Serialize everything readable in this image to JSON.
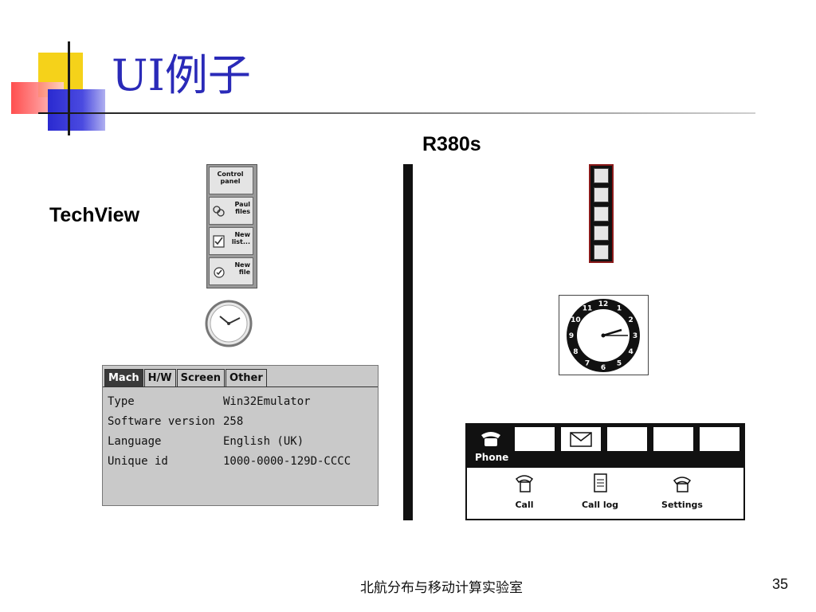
{
  "slide": {
    "title": "UI例子",
    "footer": "北航分布与移动计算实验室",
    "page_number": "35"
  },
  "techview": {
    "label": "TechView",
    "app_icons": [
      {
        "label": "Control panel",
        "icon": "control-panel-icon"
      },
      {
        "label": "Paul files",
        "icon": "files-icon"
      },
      {
        "label": "New list...",
        "icon": "checklist-icon"
      },
      {
        "label": "New file",
        "icon": "new-file-icon"
      }
    ],
    "clock_icon": "clock-icon",
    "panel": {
      "tabs": [
        "Mach",
        "H/W",
        "Screen",
        "Other"
      ],
      "active_tab": "Mach",
      "rows": [
        {
          "key": "Type",
          "value": "Win32Emulator"
        },
        {
          "key": "Software version",
          "value": "258"
        },
        {
          "key": "Language",
          "value": "English (UK)"
        },
        {
          "key": "Unique id",
          "value": "1000-0000-129D-CCCC"
        }
      ]
    }
  },
  "r380s": {
    "label": "R380s",
    "side_icons": [
      "app-icon",
      "document-icon",
      "contacts-icon",
      "search-icon",
      "clock-icon"
    ],
    "clock_face": [
      "12",
      "1",
      "2",
      "3",
      "4",
      "5",
      "6",
      "7",
      "8",
      "9",
      "10",
      "11"
    ],
    "phone": {
      "top_tabs": [
        "phone-icon",
        "notebook-icon",
        "mail-icon",
        "calendar-icon",
        "tools-icon",
        "clock-phone-icon"
      ],
      "active_label": "Phone",
      "items": [
        {
          "label": "Call",
          "icon": "call-icon"
        },
        {
          "label": "Call log",
          "icon": "call-log-icon"
        },
        {
          "label": "Settings",
          "icon": "settings-icon"
        }
      ]
    }
  },
  "colors": {
    "title": "#2a2ab8",
    "deco_yellow": "#f5d21a",
    "deco_red": "#ff3b3b",
    "deco_blue": "#2a2ad0"
  }
}
